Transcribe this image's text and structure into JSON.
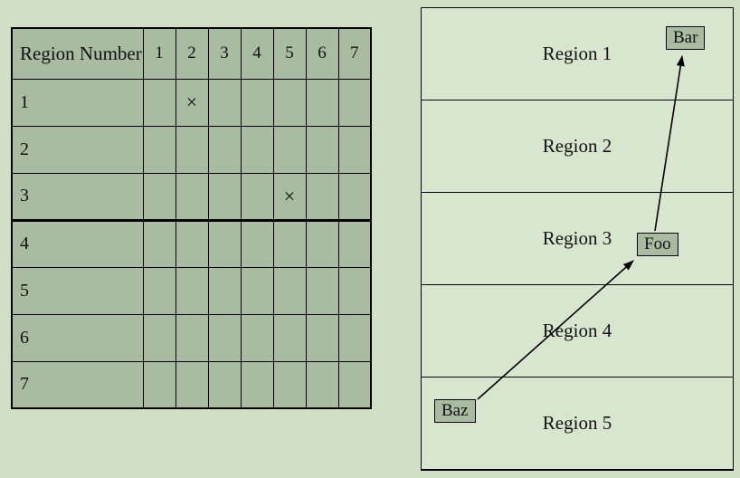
{
  "colors": {
    "page_bg": "#d0dfc6",
    "table_fill": "#a9bba0",
    "panel_fill": "#d9e6cf",
    "border": "#000000",
    "text": "#111111"
  },
  "table": {
    "corner_label": "Region Number",
    "column_headers": [
      "1",
      "2",
      "3",
      "4",
      "5",
      "6",
      "7"
    ],
    "mark_glyph": "×",
    "thick_border_after_row": "3",
    "rows": [
      {
        "label": "1",
        "cells": [
          "",
          "×",
          "",
          "",
          "",
          "",
          ""
        ]
      },
      {
        "label": "2",
        "cells": [
          "",
          "",
          "",
          "",
          "",
          "",
          ""
        ]
      },
      {
        "label": "3",
        "cells": [
          "",
          "",
          "",
          "",
          "×",
          "",
          ""
        ]
      },
      {
        "label": "4",
        "cells": [
          "",
          "",
          "",
          "",
          "",
          "",
          ""
        ]
      },
      {
        "label": "5",
        "cells": [
          "",
          "",
          "",
          "",
          "",
          "",
          ""
        ]
      },
      {
        "label": "6",
        "cells": [
          "",
          "",
          "",
          "",
          "",
          "",
          ""
        ]
      },
      {
        "label": "7",
        "cells": [
          "",
          "",
          "",
          "",
          "",
          "",
          ""
        ]
      }
    ]
  },
  "diagram": {
    "regions": [
      {
        "label": "Region 1"
      },
      {
        "label": "Region 2"
      },
      {
        "label": "Region 3"
      },
      {
        "label": "Region 4"
      },
      {
        "label": "Region 5"
      }
    ],
    "tags": {
      "bar": "Bar",
      "foo": "Foo",
      "baz": "Baz"
    },
    "arrows": [
      {
        "from": "Baz",
        "to": "Foo"
      },
      {
        "from": "Foo",
        "to": "Bar"
      }
    ]
  }
}
